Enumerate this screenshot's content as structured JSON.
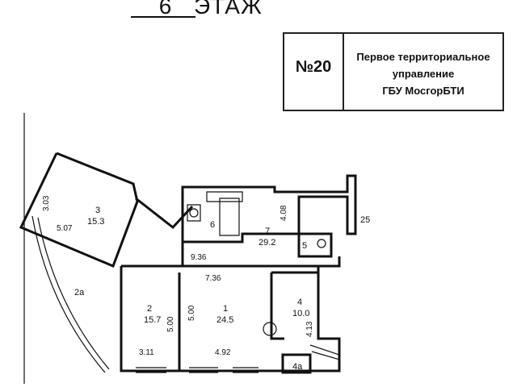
{
  "header": {
    "floor_number": "6",
    "floor_word": "ЭТАЖ"
  },
  "stamp": {
    "number": "№20",
    "organization_line1": "Первое территориальное",
    "organization_line2": "управление",
    "organization_line3": "ГБУ МосгорБТИ"
  },
  "rooms": [
    {
      "id": "3",
      "area": "15.3"
    },
    {
      "id": "6",
      "area": ""
    },
    {
      "id": "7",
      "area": "29.2"
    },
    {
      "id": "25",
      "area": ""
    },
    {
      "id": "5",
      "area": ""
    },
    {
      "id": "2a",
      "area": ""
    },
    {
      "id": "2",
      "area": "15.7"
    },
    {
      "id": "1",
      "area": "24.5"
    },
    {
      "id": "4",
      "area": "10.0"
    },
    {
      "id": "4a",
      "area": ""
    }
  ],
  "dimensions": {
    "room3_side": "3.03",
    "room3_bottom": "5.07",
    "room7_height": "4.08",
    "corridor_width": "9.36",
    "room1_top": "7.36",
    "room2_height": "5.00",
    "room1_height": "5.00",
    "room4_height": "4.13",
    "room2_width": "3.11",
    "room1_width": "4.92"
  },
  "colors": {
    "ink": "#111111",
    "background": "#ffffff"
  }
}
